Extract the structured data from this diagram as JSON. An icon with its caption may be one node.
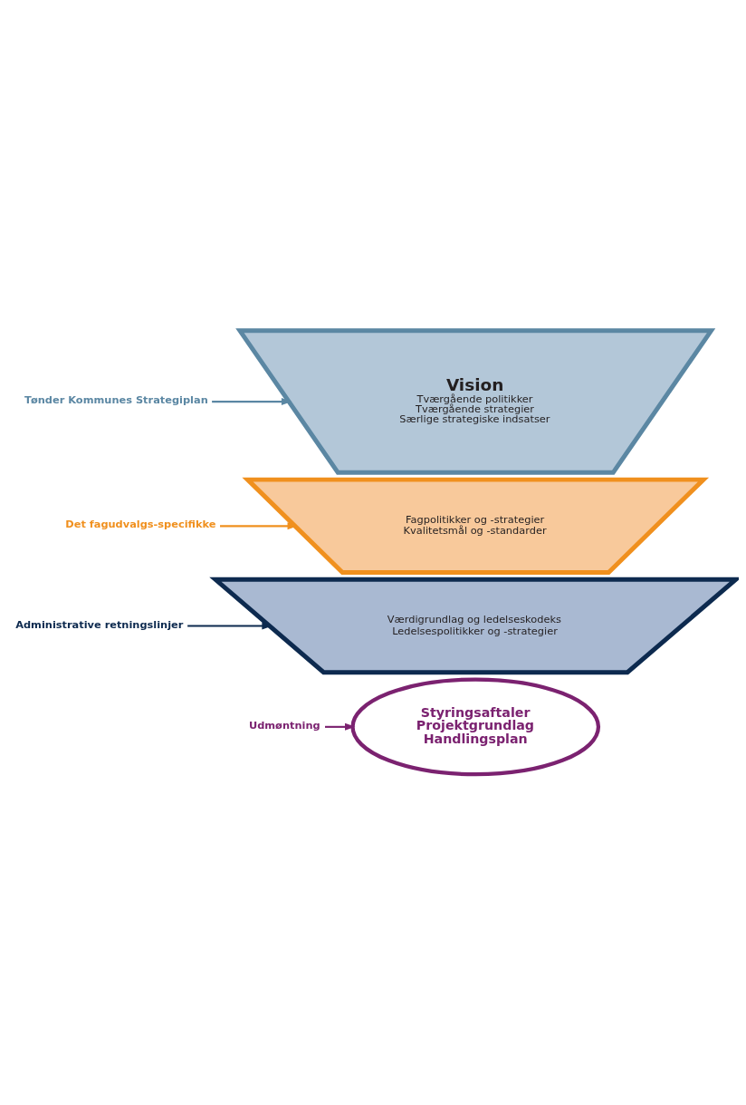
{
  "diagram": {
    "nodes": [
      {
        "text": [
          "Tønder Kommunes Strategiplan"
        ]
      },
      {
        "text": [
          "Vision",
          "Tværgående politikker",
          "Tværgående strategier",
          "Særlige strategiske indsatser"
        ]
      },
      {
        "text": [
          "Det fagudvalgs-specifikke"
        ]
      },
      {
        "text": [
          "Fagpolitikker og -strategier",
          "Kvalitetsmål og -standarder"
        ]
      },
      {
        "text": [
          "Administrative retningslinjer"
        ]
      },
      {
        "text": [
          "Værdigrundlag og ledelseskodeks",
          "Ledelsespolitikker og -strategier"
        ]
      },
      {
        "text": [
          "Udmøntning"
        ]
      },
      {
        "text": [
          "Styringsaftaler",
          "Projektgrundlag",
          "Handlingsplan"
        ]
      }
    ],
    "edges": [
      {
        "from": 0,
        "to": 1,
        "arrow": "to",
        "color": "#5b87a3"
      },
      {
        "from": 2,
        "to": 3,
        "arrow": "to",
        "color": "#f0901e"
      },
      {
        "from": 4,
        "to": 5,
        "arrow": "to",
        "color": "#0d2a4f"
      },
      {
        "from": 6,
        "to": 7,
        "arrow": "to",
        "color": "#7b2270"
      }
    ]
  }
}
